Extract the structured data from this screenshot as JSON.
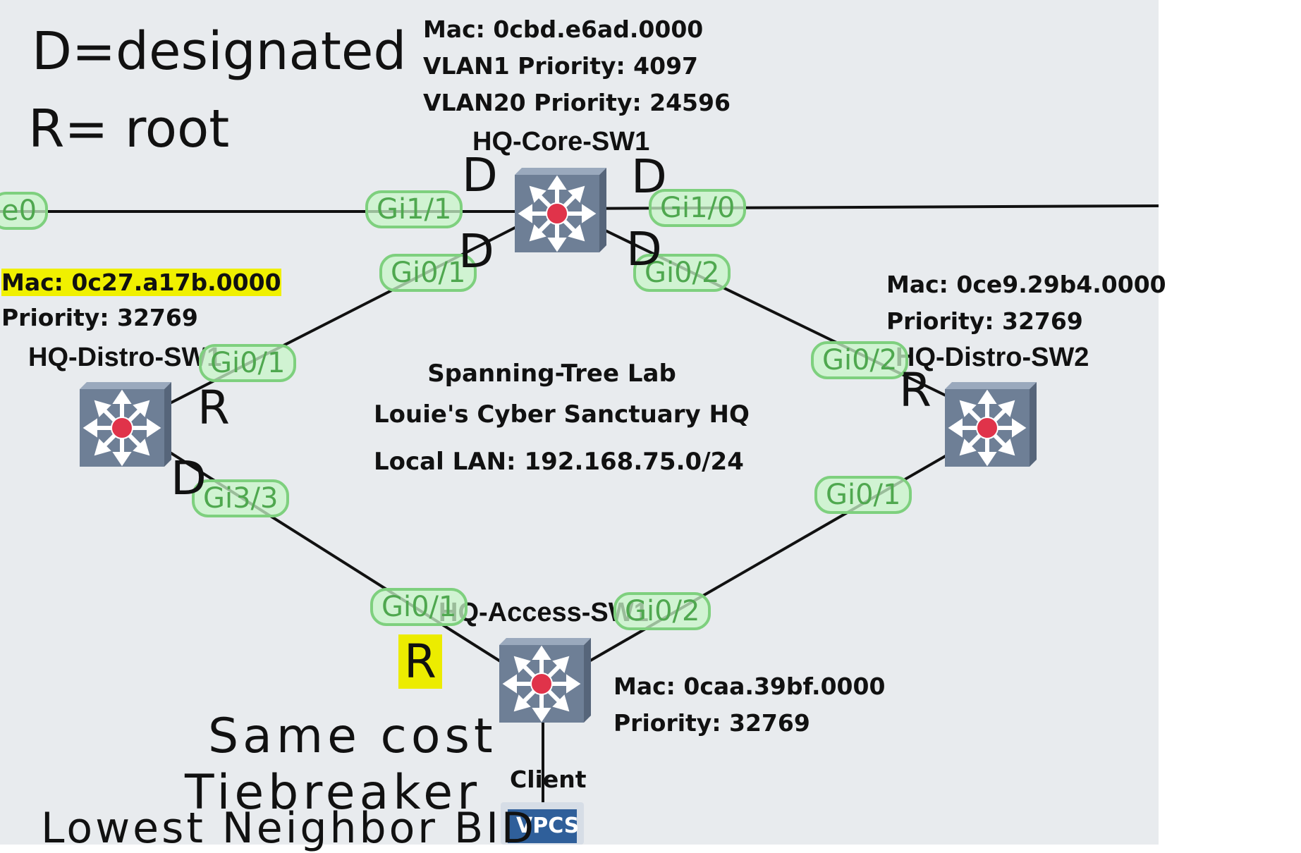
{
  "legend": {
    "designated": "D=designated",
    "root": "R= root"
  },
  "title": {
    "line1": "Spanning-Tree Lab",
    "line2": "Louie's Cyber Sanctuary HQ",
    "line3": "Local LAN: 192.168.75.0/24"
  },
  "devices": {
    "core": {
      "name": "HQ-Core-SW1",
      "mac": "Mac: 0cbd.e6ad.0000",
      "vlan1": "VLAN1 Priority: 4097",
      "vlan20": "VLAN20 Priority: 24596"
    },
    "distro1": {
      "name": "HQ-Distro-SW1",
      "mac": "Mac: 0c27.a17b.0000",
      "priority": "Priority: 32769"
    },
    "distro2": {
      "name": "HQ-Distro-SW2",
      "mac": "Mac: 0ce9.29b4.0000",
      "priority": "Priority: 32769"
    },
    "access": {
      "name": "HQ-Access-SW1",
      "mac": "Mac: 0caa.39bf.0000",
      "priority": "Priority: 32769"
    },
    "client": {
      "name": "Client",
      "badge": "VPCS"
    }
  },
  "ports": {
    "left_edge": "e0",
    "core_gi1_1": "Gi1/1",
    "core_gi1_0": "Gi1/0",
    "core_gi0_1": "Gi0/1",
    "core_gi0_2": "Gi0/2",
    "distro1_gi0_1": "Gi0/1",
    "distro1_gi3_3": "Gi3/3",
    "distro2_gi0_2": "Gi0/2",
    "distro2_gi0_1": "Gi0/1",
    "access_gi0_1": "Gi0/1",
    "access_gi0_2": "Gi0/2"
  },
  "marks": {
    "core_gi1_1": "D",
    "core_gi1_0": "D",
    "core_gi0_1": "D",
    "core_gi0_2": "D",
    "distro1_gi0_1": "R",
    "distro1_gi3_3": "D",
    "distro2_gi0_2": "R",
    "access_gi0_1": "R"
  },
  "notes": {
    "line1": "Same cost",
    "line2": "Tiebreaker",
    "line3": "Lowest Neighbor BID"
  },
  "colors": {
    "canvas": "#e8ebee",
    "port_border": "#7ed07e",
    "port_text": "#4fa84f",
    "highlight": "#f0f000",
    "switch_body": "#6e7f96"
  },
  "icons": {
    "switch": "multilayer-switch-icon",
    "client": "vpcs-icon"
  }
}
